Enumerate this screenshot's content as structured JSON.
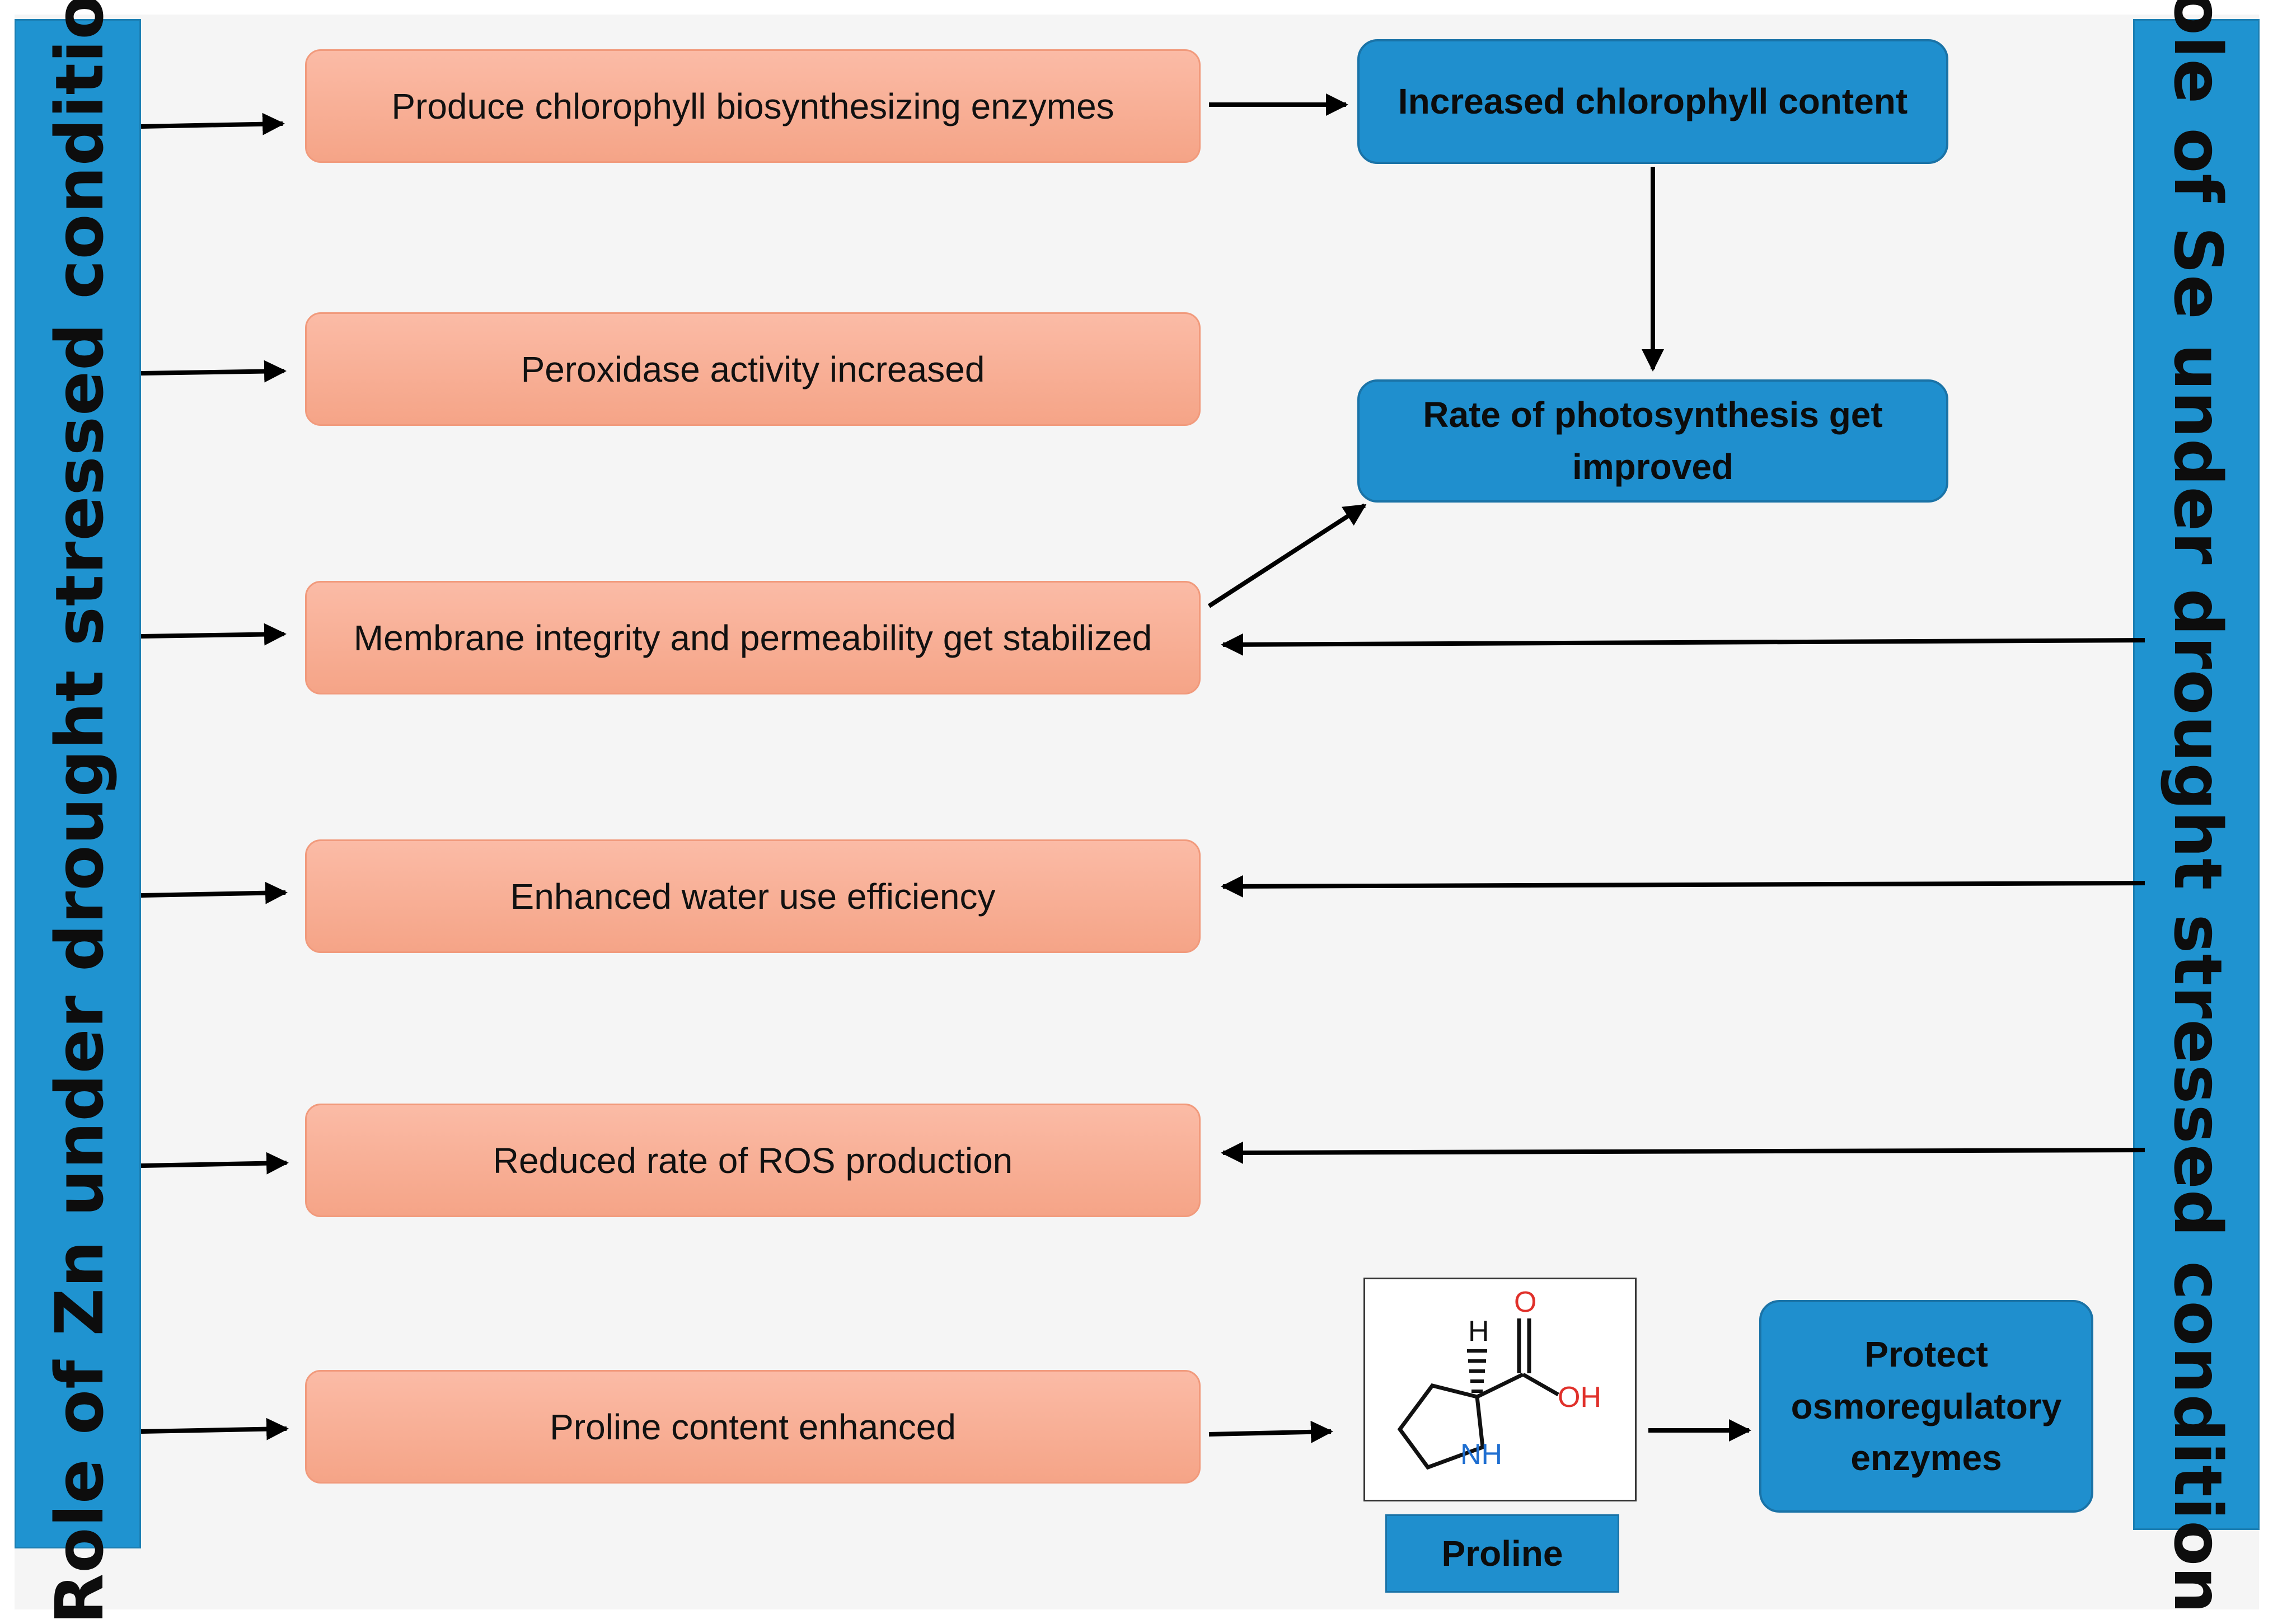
{
  "left_bar": {
    "label": "Role of Zn under drought stressed condition"
  },
  "right_bar": {
    "label": "Role of Se under drought stressed condition"
  },
  "effects": [
    "Produce chlorophyll biosynthesizing enzymes",
    "Peroxidase activity increased",
    "Membrane integrity and permeability get stabilized",
    "Enhanced water use efficiency",
    "Reduced rate of ROS production",
    "Proline content enhanced"
  ],
  "outcomes": {
    "chlorophyll": "Increased chlorophyll content",
    "photosynthesis": "Rate of photosynthesis get improved",
    "osmoregulatory": "Protect osmoregulatory enzymes"
  },
  "proline": {
    "label": "Proline",
    "atoms": {
      "h": "H",
      "o": "O",
      "oh": "OH",
      "nh": "NH"
    }
  },
  "colors": {
    "bar_blue": "#1f93d0",
    "box_blue": "#1f8fce",
    "box_orange": "#f5a487",
    "oxygen_red": "#e0302a",
    "nitrogen_blue": "#1f6fd1"
  }
}
